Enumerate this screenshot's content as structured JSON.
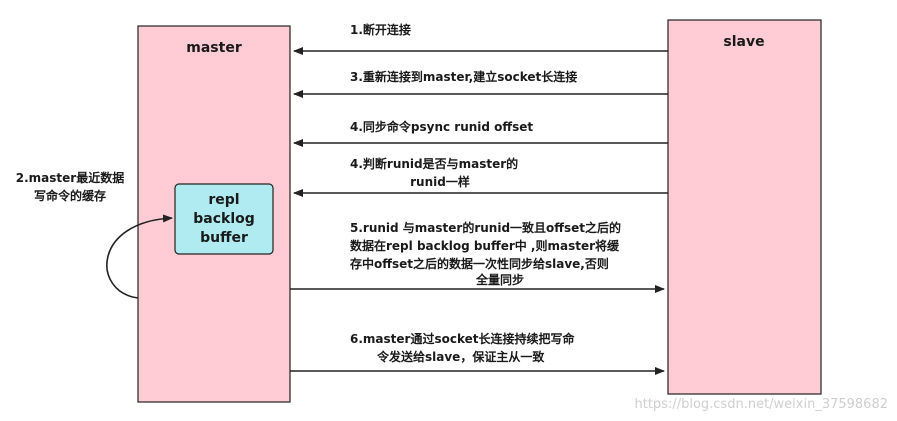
{
  "colors": {
    "node_fill": "#ffccd5",
    "node_stroke": "#222222",
    "buffer_fill": "#b0ebf2",
    "arrow": "#222222",
    "watermark": "#cfcfcf"
  },
  "nodes": {
    "master": "master",
    "slave": "slave",
    "buffer": [
      "repl",
      "backlog",
      "buffer"
    ]
  },
  "side_note": [
    "2.master最近数据",
    "写命令的缓存"
  ],
  "steps": [
    {
      "direction": "to-master",
      "lines": [
        "1.断开连接"
      ]
    },
    {
      "direction": "to-master",
      "lines": [
        "3.重新连接到master,建立socket长连接"
      ]
    },
    {
      "direction": "to-master",
      "lines": [
        "4.同步命令psync runid offset"
      ]
    },
    {
      "direction": "to-master",
      "lines": [
        "4.判断runid是否与master的",
        "runid一样"
      ]
    },
    {
      "direction": "to-slave",
      "lines": [
        "5.runid 与master的runid一致且offset之后的",
        "数据在repl backlog buffer中 ,则master将缓",
        "存中offset之后的数据一次性同步给slave,否则",
        "全量同步"
      ]
    },
    {
      "direction": "to-slave",
      "lines": [
        "6.master通过socket长连接持续把写命",
        "令发送给slave，保证主从一致"
      ]
    }
  ],
  "watermark": "https://blog.csdn.net/weixin_37598682"
}
